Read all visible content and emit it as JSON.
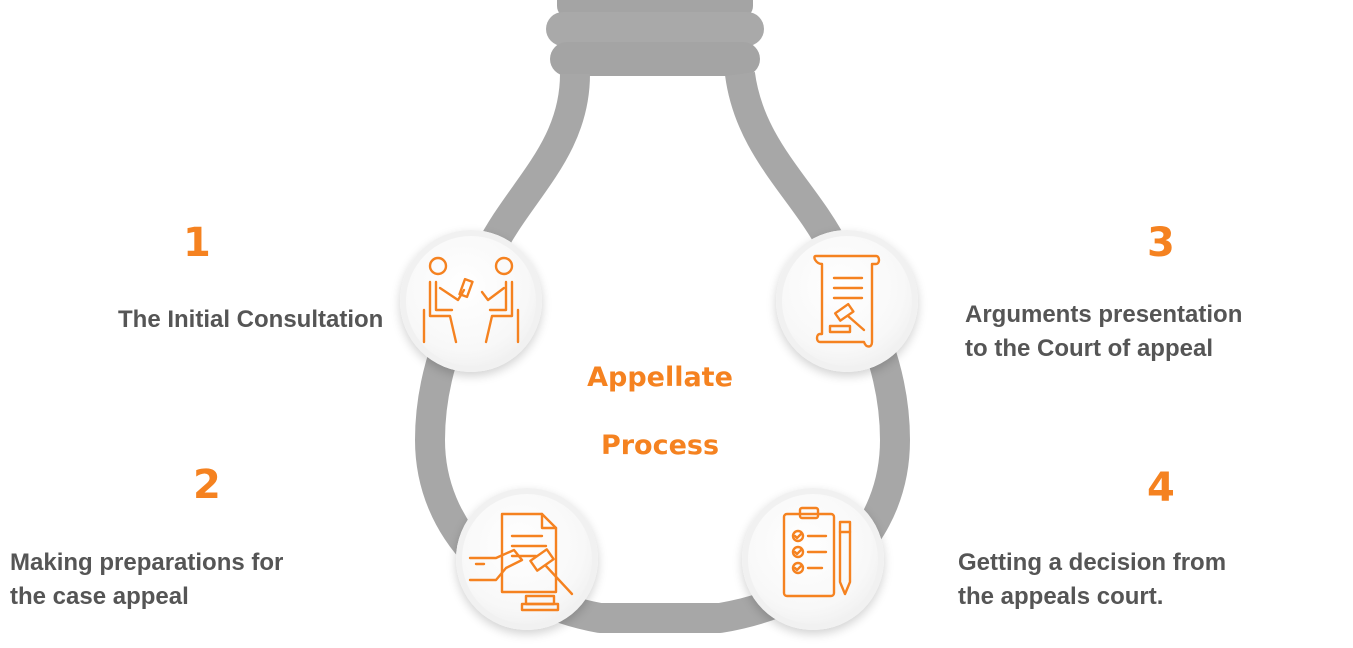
{
  "title": {
    "line1": "Appellate",
    "line2": "Process"
  },
  "steps": [
    {
      "number": "1",
      "line1": "The Initial Consultation",
      "line2": "",
      "icon": "consultation-icon"
    },
    {
      "number": "2",
      "line1": "Making preparations for",
      "line2": "the case appeal",
      "icon": "legal-document-gavel-icon"
    },
    {
      "number": "3",
      "line1": "Arguments presentation",
      "line2": "to the Court of appeal",
      "icon": "scroll-gavel-icon"
    },
    {
      "number": "4",
      "line1": "Getting a decision from",
      "line2": "the appeals court.",
      "icon": "checklist-pen-icon"
    }
  ],
  "colors": {
    "accent": "#f58220",
    "text": "#555555",
    "bulb": "#a7a7a7"
  }
}
